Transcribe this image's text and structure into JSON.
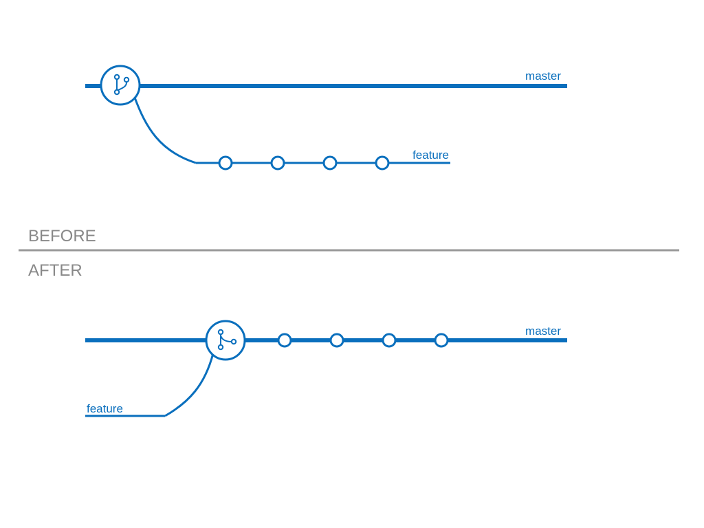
{
  "colors": {
    "branch": "#0a6fbd",
    "divider": "#999999",
    "section_text": "#888888",
    "node_fill": "#ffffff"
  },
  "icons": {
    "before_node": "git-branch-icon",
    "after_node": "git-merge-icon"
  },
  "before": {
    "section_label": "BEFORE",
    "master_label": "master",
    "feature_label": "feature",
    "feature_commit_count": 4
  },
  "after": {
    "section_label": "AFTER",
    "master_label": "master",
    "feature_label": "feature",
    "merged_commit_count": 4
  }
}
